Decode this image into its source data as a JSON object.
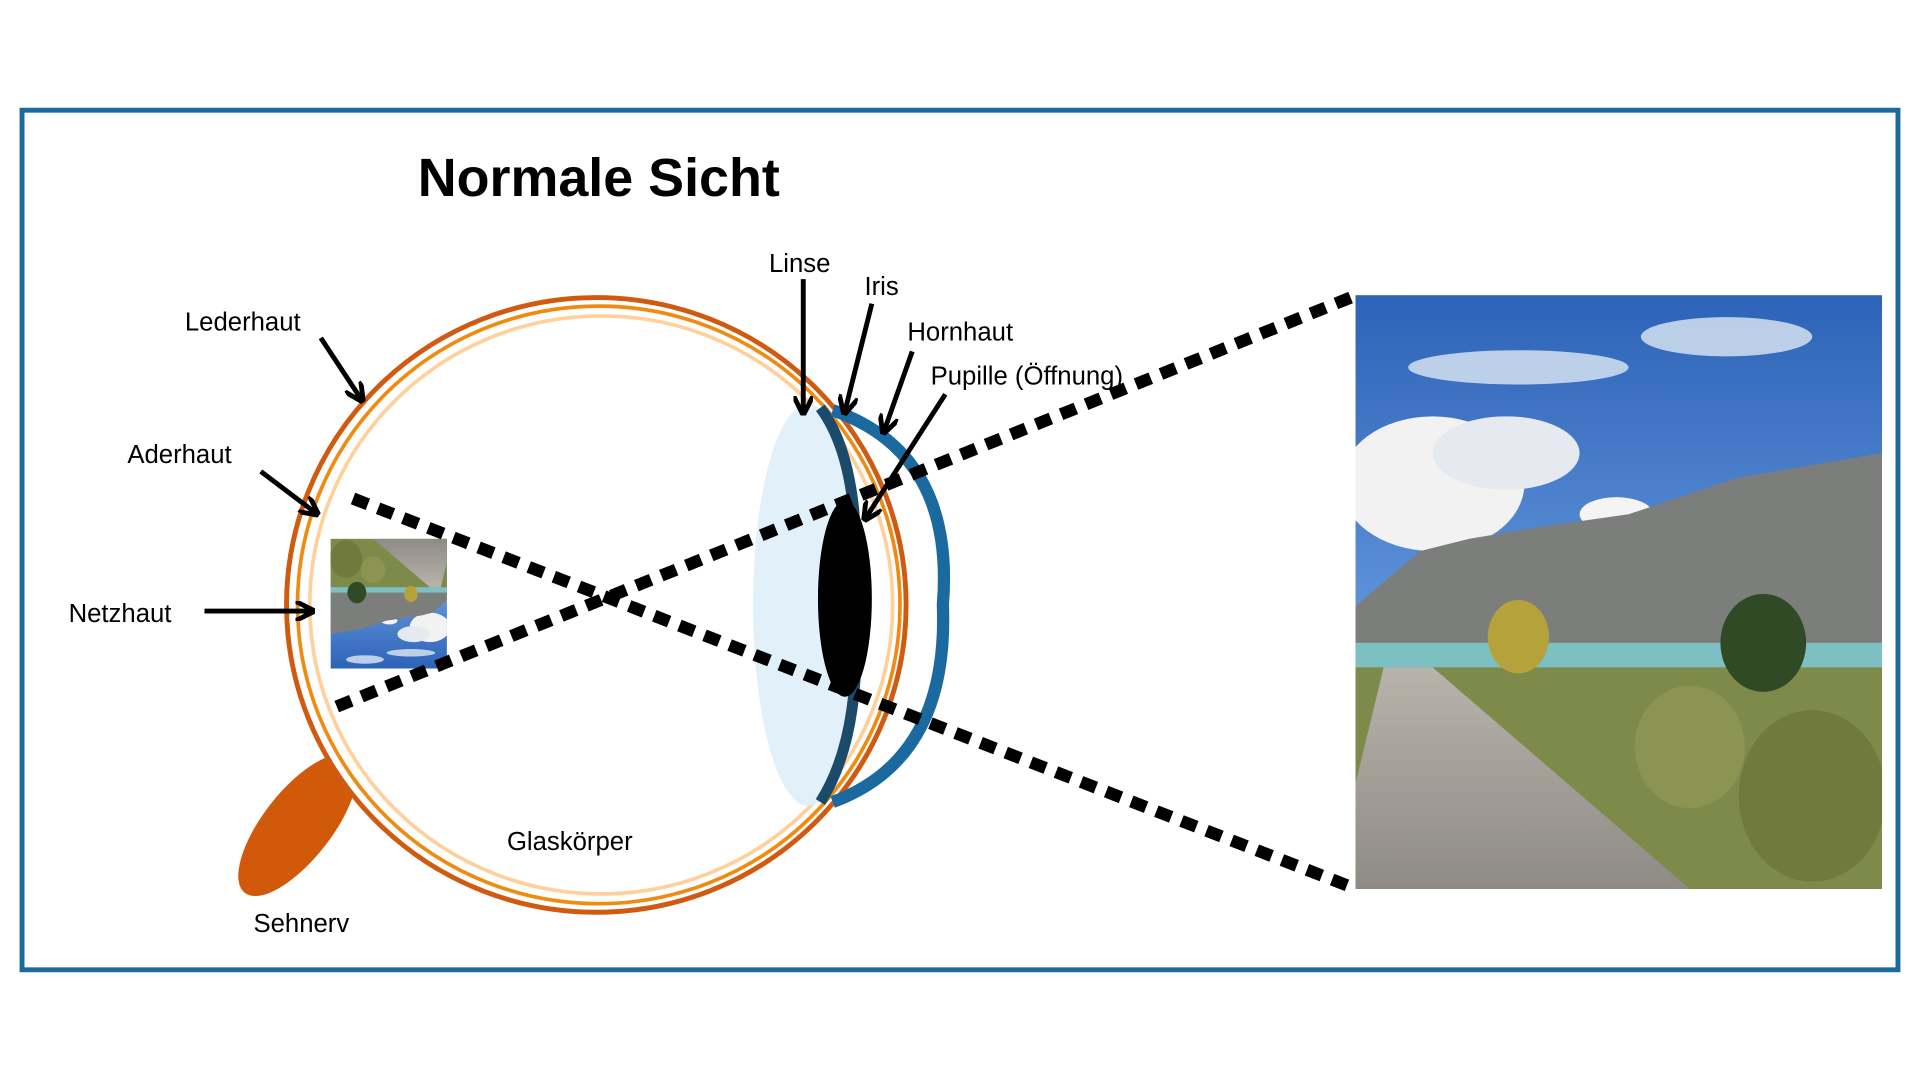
{
  "title": "Normale Sicht",
  "labels": {
    "linse": "Linse",
    "iris": "Iris",
    "hornhaut": "Hornhaut",
    "pupille": "Pupille (Öffnung)",
    "lederhaut": "Lederhaut",
    "aderhaut": "Aderhaut",
    "netzhaut": "Netzhaut",
    "glaskoerper": "Glaskörper",
    "sehnerv": "Sehnerv"
  },
  "colors": {
    "frame": "#1a6aa0",
    "sclera": "#d05a10",
    "choroid": "#f08a10",
    "retina": "#ffd09a",
    "lens": "#e2f0fa",
    "iris": "#1c4a6a",
    "cornea": "#1a6aa0",
    "pupil": "#000000",
    "nerve": "#d05a0a"
  }
}
